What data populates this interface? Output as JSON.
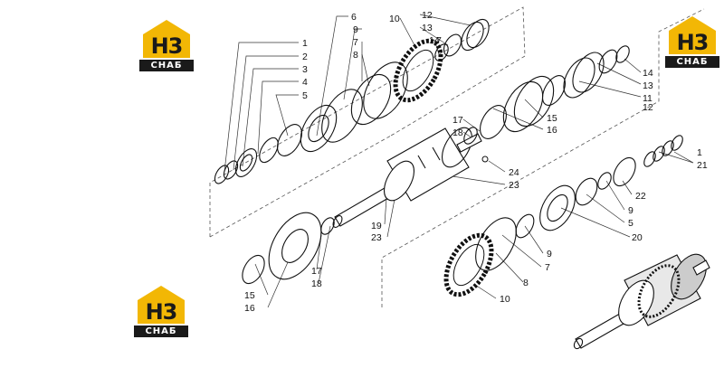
{
  "brand": {
    "mark": "H3",
    "name": "CHAБ"
  },
  "callouts": [
    {
      "text": "1"
    },
    {
      "text": "2"
    },
    {
      "text": "3"
    },
    {
      "text": "4"
    },
    {
      "text": "5"
    },
    {
      "text": "6"
    },
    {
      "text": "9"
    },
    {
      "text": "7"
    },
    {
      "text": "8"
    },
    {
      "text": "10"
    },
    {
      "text": "12"
    },
    {
      "text": "13"
    },
    {
      "text": "14"
    },
    {
      "text": "7"
    },
    {
      "text": "14"
    },
    {
      "text": "13"
    },
    {
      "text": "11"
    },
    {
      "text": "12"
    },
    {
      "text": "15"
    },
    {
      "text": "16"
    },
    {
      "text": "17"
    },
    {
      "text": "18"
    },
    {
      "text": "24"
    },
    {
      "text": "23"
    },
    {
      "text": "1"
    },
    {
      "text": "21"
    },
    {
      "text": "22"
    },
    {
      "text": "9"
    },
    {
      "text": "5"
    },
    {
      "text": "20"
    },
    {
      "text": "19"
    },
    {
      "text": "23"
    },
    {
      "text": "9"
    },
    {
      "text": "7"
    },
    {
      "text": "17"
    },
    {
      "text": "18"
    },
    {
      "text": "8"
    },
    {
      "text": "15"
    },
    {
      "text": "16"
    },
    {
      "text": "10"
    }
  ]
}
